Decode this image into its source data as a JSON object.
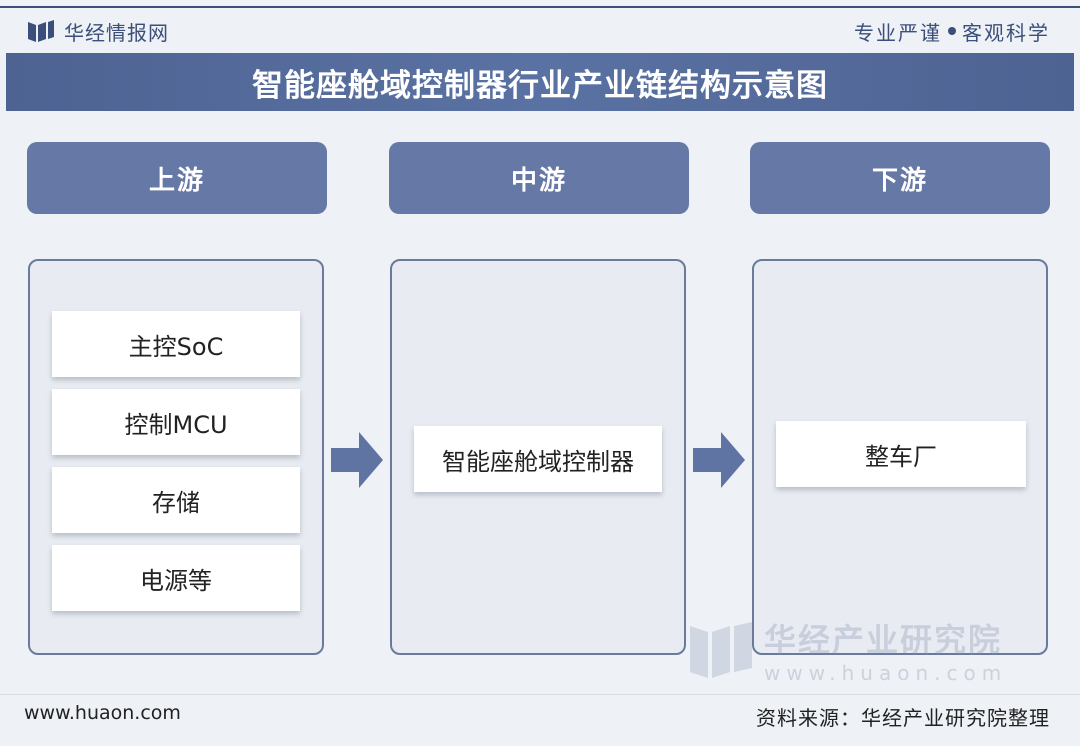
{
  "header": {
    "brand": "华经情报网",
    "slogan_left": "专业严谨",
    "slogan_right": "客观科学",
    "brand_color": "#3b4f7a"
  },
  "title": "智能座舱域控制器行业产业链结构示意图",
  "stages": [
    {
      "label": "上游",
      "items": [
        "主控SoC",
        "控制MCU",
        "存储",
        "电源等"
      ]
    },
    {
      "label": "中游",
      "items": [
        "智能座舱域控制器"
      ]
    },
    {
      "label": "下游",
      "items": [
        "整车厂"
      ]
    }
  ],
  "colors": {
    "title_bar": "#4d6392",
    "stage_header": "#6679a6",
    "arrow": "#5f74a2",
    "panel_border": "#6a7a9b"
  },
  "icons": [
    "brand-logo-icon",
    "arrow-right-icon"
  ],
  "watermark": {
    "name": "华经产业研究院",
    "url": "www.huaon.com"
  },
  "footer": {
    "website": "www.huaon.com",
    "source": "资料来源：华经产业研究院整理"
  }
}
